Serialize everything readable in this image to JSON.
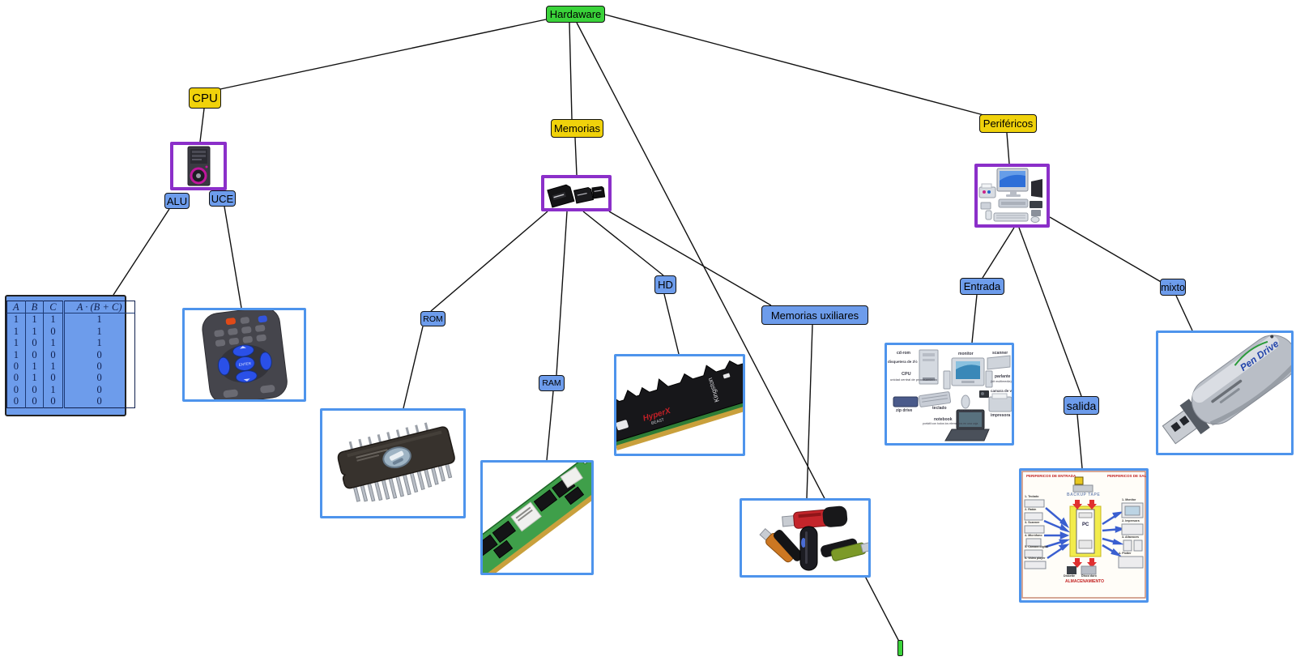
{
  "nodes": {
    "root": "Hardaware",
    "cpu": "CPU",
    "memorias": "Memorias",
    "perifericos": "Periféricos",
    "alu": "ALU",
    "uce": "UCE",
    "rom": "ROM",
    "ram": "RAM",
    "hd": "HD",
    "memorias_uxiliares": "Memorias uxiliares",
    "entrada": "Entrada",
    "salida": "salida",
    "mixto": "mixto",
    "empty": ""
  },
  "colors": {
    "root_green": "#3ad33a",
    "branch_yellow": "#f0d20b",
    "label_blue": "#6d9ceb",
    "image_border_blue": "#4e94ec",
    "image_border_purple": "#8b2fc9",
    "edge_black": "#111111"
  },
  "truth_table": {
    "headers": [
      "A",
      "B",
      "C",
      "A · (B + C)"
    ],
    "rows": [
      [
        "1",
        "1",
        "1",
        "1"
      ],
      [
        "1",
        "1",
        "0",
        "1"
      ],
      [
        "1",
        "0",
        "1",
        "1"
      ],
      [
        "1",
        "0",
        "0",
        "0"
      ],
      [
        "0",
        "1",
        "1",
        "0"
      ],
      [
        "0",
        "1",
        "0",
        "0"
      ],
      [
        "0",
        "0",
        "1",
        "0"
      ],
      [
        "0",
        "0",
        "0",
        "0"
      ]
    ]
  },
  "images": {
    "remote": {
      "enter_label": "ENTER"
    },
    "hyperx": {
      "brand": "Kingston",
      "logo": "HyperX",
      "series": "BEAST"
    },
    "pendrive": {
      "brand": "Pen Drive"
    },
    "input_collage": {
      "labels": [
        "cd-rom",
        "disquetera de 3½",
        "CPU",
        "unidad central de procesamiento",
        "zip drive",
        "monitor",
        "teclado",
        "mouse",
        "scanner",
        "parlante",
        "(kit multimedia)",
        "camara de video",
        "impresora",
        "notebook",
        "portátil con todos los elementos en una caja"
      ]
    },
    "io_diagram": {
      "title_left": "PERIFERICOS DE ENTRADA",
      "title_right": "PERIFERICOS DE SALIDA",
      "backup": "BACKUP TAPE",
      "pc": "PC",
      "left_items": [
        "1- Teclado",
        "2- Ratón",
        "3- Scanner",
        "4- Micrófono",
        "5- Cámara digital",
        "6- Video player"
      ],
      "right_items": [
        "1- Monitor",
        "2- Impresora",
        "3- Altavoces",
        "4- Plotter"
      ],
      "bottom_left": "Diskette",
      "bottom_right": "Disco duro",
      "storage": "ALMACENAMIENTO"
    }
  }
}
